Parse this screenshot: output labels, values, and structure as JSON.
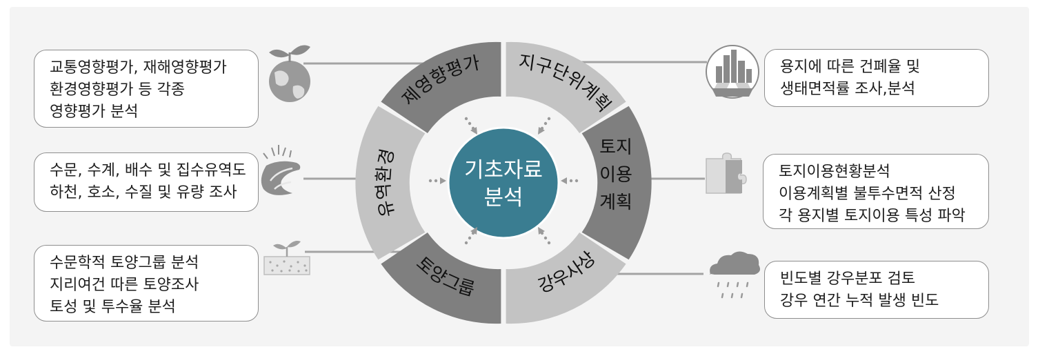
{
  "center": {
    "lines": [
      "기초자료",
      "분석"
    ],
    "color": "#3a7d91"
  },
  "colors": {
    "dark_segment": "#7f7f7f",
    "light_segment": "#c3c3c3",
    "connector": "#a3a3a3"
  },
  "segments": [
    {
      "id": "environmental-impact",
      "label": "제영향평가",
      "tone": "dark",
      "icon": "plant-globe-icon",
      "box_lines": [
        "교통영향평가, 재해영향평가",
        "환경영향평가 등 각종",
        "영향평가 분석"
      ]
    },
    {
      "id": "district-plan",
      "label": "지구단위계획",
      "tone": "light",
      "icon": "city-skyline-icon",
      "box_lines": [
        "용지에 따른 건폐율 및",
        "생태면적률 조사,분석"
      ]
    },
    {
      "id": "land-use-plan",
      "label": "토지이용계획",
      "label_lines": [
        "토지",
        "이용",
        "계획"
      ],
      "tone": "dark",
      "icon": "puzzle-icon",
      "box_lines": [
        "토지이용현황분석",
        "이용계획별 불투수면적 산정",
        "각 용지별 토지이용 특성 파악"
      ]
    },
    {
      "id": "rainfall",
      "label": "강우사상",
      "tone": "light",
      "icon": "rain-cloud-icon",
      "box_lines": [
        "빈도별 강우분포 검토",
        "강우 연간 누적 발생 빈도"
      ]
    },
    {
      "id": "soil-group",
      "label": "토양그룹",
      "tone": "dark",
      "icon": "soil-sprout-icon",
      "box_lines": [
        "수문학적 토양그룹 분석",
        "지리여건 따른 토양조사",
        "토성 및 투수율 분석"
      ]
    },
    {
      "id": "watershed",
      "label": "유역환경",
      "tone": "light",
      "icon": "river-icon",
      "box_lines": [
        "수문, 수계, 배수 및 집수유역도",
        "하천, 호소, 수질 및 유량 조사"
      ]
    }
  ]
}
